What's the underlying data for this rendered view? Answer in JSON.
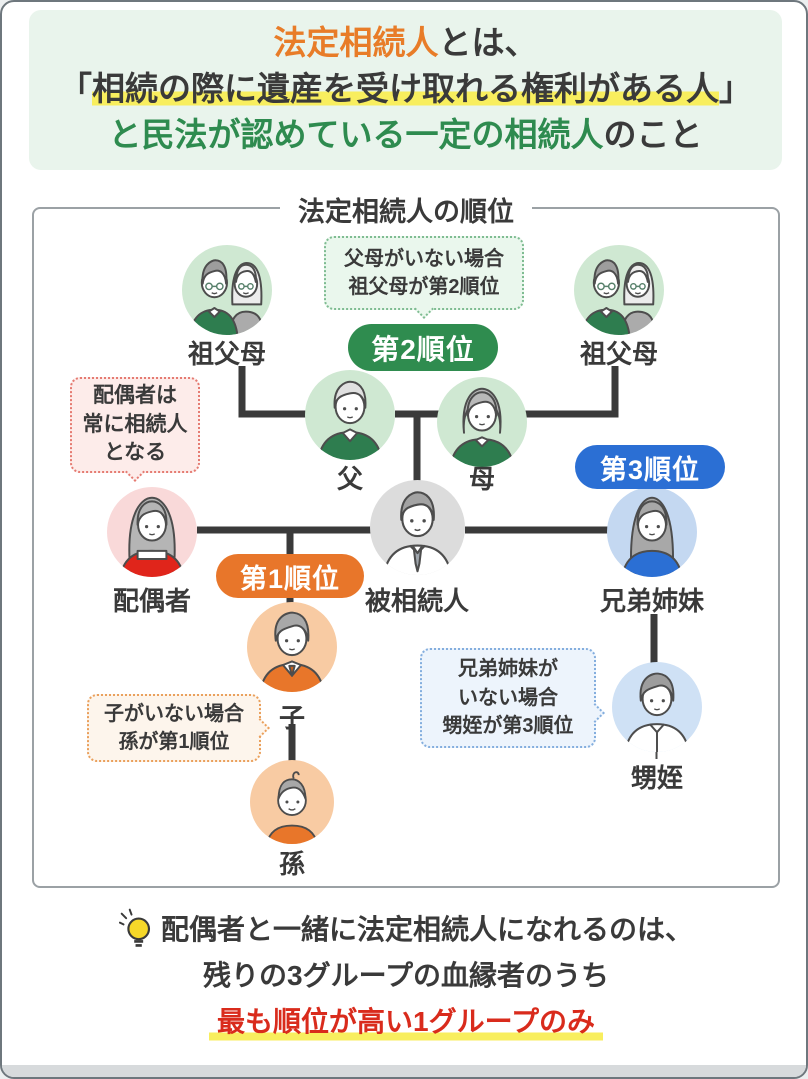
{
  "colors": {
    "headerBg": "#e9f4ec",
    "textDark": "#3a3a3a",
    "accentOrange": "#e87c28",
    "accentGreen": "#2e8b4f",
    "accentRed": "#d92b1c",
    "highlightYellow": "#f8ee5e",
    "rank1": "#e8762a",
    "rank2": "#2f8c4f",
    "rank3": "#2b6fd4",
    "avGreen": "#cfe8d2",
    "avPink": "#f9d9d9",
    "avGray": "#dcdcdc",
    "avBlue": "#c4d8f1",
    "avBlueLight": "#cfe1f5",
    "avOrange": "#f8cba3",
    "clothGreen": "#2e7d4f",
    "clothRed": "#e0251b",
    "clothBlue": "#2b6fd4",
    "clothOrange": "#e8762a",
    "bubbleGreenBg": "#eaf7ed",
    "bubbleGreenBorder": "#7fbc92",
    "bubblePinkBg": "#fdecea",
    "bubblePinkBorder": "#e57b72",
    "bubbleOrangeBg": "#fdf5ec",
    "bubbleOrangeBorder": "#eaa05c",
    "bubbleBlueBg": "#edf4fc",
    "bubbleBlueBorder": "#84aede",
    "line": "#3a3a3a"
  },
  "header": {
    "line1_em": "法定相続人",
    "line1_rest": "とは、",
    "line2_open": "「",
    "line2_highlight": "相続の際に遺産を受け取れる権利がある人",
    "line2_close": "」",
    "line3_em": "と民法が認めている一定の相続人",
    "line3_rest": "のこと"
  },
  "diagram": {
    "title": "法定相続人の順位",
    "badges": {
      "rank1": "第1順位",
      "rank2": "第2順位",
      "rank3": "第3順位"
    },
    "people": {
      "grandparents_left": "祖父母",
      "grandparents_right": "祖父母",
      "father": "父",
      "mother": "母",
      "spouse": "配偶者",
      "decedent": "被相続人",
      "siblings": "兄弟姉妹",
      "child": "子",
      "grandchild": "孫",
      "nephew": "甥姪"
    },
    "bubbles": {
      "grandparents": {
        "lines": [
          "父母がいない場合",
          "祖父母が第2順位"
        ]
      },
      "spouse": {
        "lines": [
          "配偶者は",
          "常に相続人",
          "となる"
        ]
      },
      "grandchild": {
        "lines": [
          "子がいない場合",
          "孫が第1順位"
        ]
      },
      "nephew": {
        "lines": [
          "兄弟姉妹が",
          "いない場合",
          "甥姪が第3順位"
        ]
      }
    }
  },
  "footer": {
    "line1": "配偶者と一緒に法定相続人になれるのは、",
    "line2": "残りの3グループの血縁者のうち",
    "line3": "最も順位が高い1グループのみ"
  }
}
